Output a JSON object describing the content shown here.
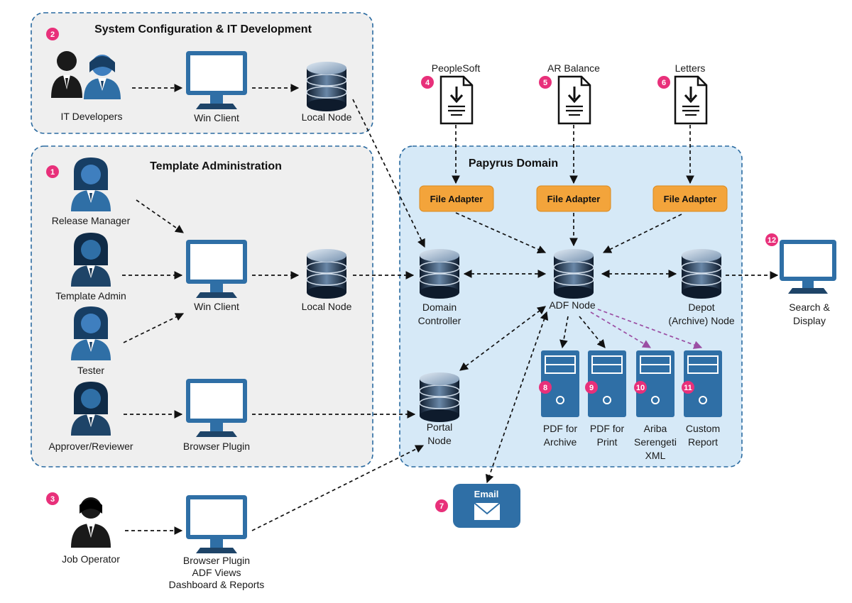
{
  "groups": {
    "sys_config": "System Configuration & IT Development",
    "template_admin": "Template Administration",
    "papyrus_domain": "Papyrus Domain"
  },
  "people": {
    "it_developers": "IT Developers",
    "release_manager": "Release Manager",
    "template_admin": "Template Admin",
    "tester": "Tester",
    "approver": "Approver/Reviewer",
    "job_operator": "Job Operator"
  },
  "clients": {
    "win_client_top": "Win Client",
    "win_client_mid": "Win Client",
    "browser_plugin": "Browser Plugin",
    "browser_plugin_bottom": [
      "Browser Plugin",
      "ADF Views",
      "Dashboard & Reports"
    ],
    "search_display": [
      "Search &",
      "Display"
    ]
  },
  "nodes": {
    "local_node_top": "Local Node",
    "local_node_mid": "Local Node",
    "domain_controller": [
      "Domain",
      "Controller"
    ],
    "adf_node": "ADF Node",
    "depot_node": [
      "Depot",
      "(Archive) Node"
    ],
    "portal_node": [
      "Portal",
      "Node"
    ]
  },
  "sources": {
    "peoplesoft": "PeopleSoft",
    "ar_balance": "AR Balance",
    "letters": "Letters"
  },
  "adapters": {
    "label": "File Adapter"
  },
  "outputs": {
    "pdf_archive": [
      "PDF for",
      "Archive"
    ],
    "pdf_print": [
      "PDF for",
      "Print"
    ],
    "ariba": [
      "Ariba",
      "Serengeti",
      "XML"
    ],
    "custom_report": [
      "Custom",
      "Report"
    ]
  },
  "email": {
    "label": "Email"
  },
  "badges": {
    "b1": "1",
    "b2": "2",
    "b3": "3",
    "b4": "4",
    "b5": "5",
    "b6": "6",
    "b7": "7",
    "b8": "8",
    "b9": "9",
    "b10": "10",
    "b11": "11",
    "b12": "12"
  },
  "colors": {
    "group_fill": "#efefef",
    "group_border": "#2a6aa0",
    "domain_fill": "#d6e9f7",
    "adapter_fill": "#f3a43b",
    "badge_fill": "#e8307a",
    "icon_blue": "#2f6fa6",
    "icon_dark": "#1e4468",
    "purple_arrow": "#9b4ea3"
  }
}
